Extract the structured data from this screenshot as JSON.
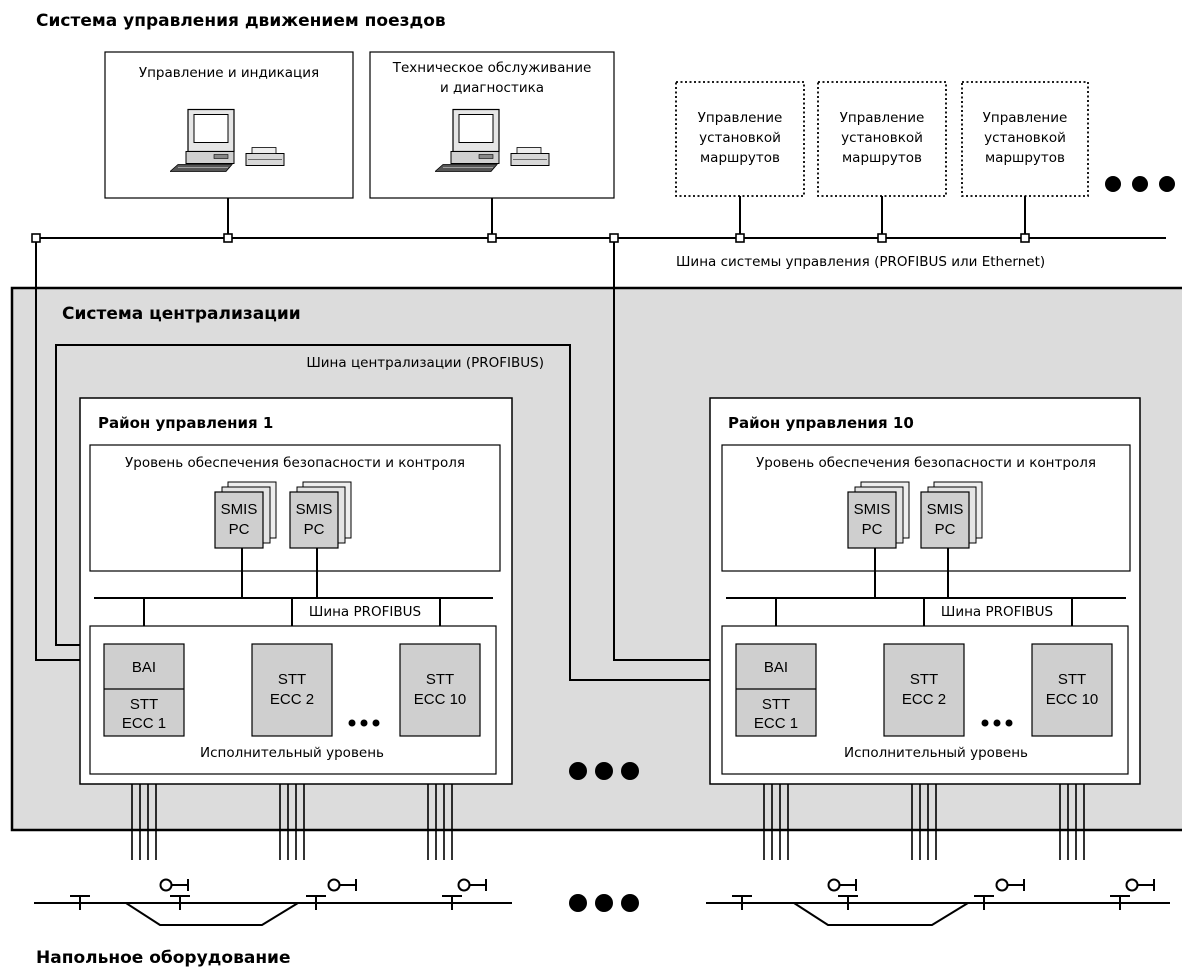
{
  "header": {
    "title": "Система управления движением поездов"
  },
  "workstations": {
    "control": {
      "label": "Управление и индикация"
    },
    "maintenance": {
      "line1": "Техническое обслуживание",
      "line2": "и диагностика"
    }
  },
  "route_setting": {
    "line1": "Управление",
    "line2": "установкой",
    "line3": "маршрутов"
  },
  "control_bus": {
    "label": "Шина системы управления (PROFIBUS или Ethernet)"
  },
  "interlocking": {
    "title": "Система централизации",
    "bus_label": "Шина централизации (PROFIBUS)"
  },
  "districts": [
    {
      "title": "Район управления 1",
      "safety_level": "Уровень обеспечения безопасности и контроля",
      "smis": "SMIS",
      "pc": "PC",
      "profibus": "Шина PROFIBUS",
      "exec_level": "Исполнительный уровень",
      "bai": "BAI",
      "stt": "STT",
      "ecc1": "ECC 1",
      "ecc2": "ECC 2",
      "ecc10": "ECC 10"
    },
    {
      "title": "Район управления 10",
      "safety_level": "Уровень обеспечения безопасности и контроля",
      "smis": "SMIS",
      "pc": "PC",
      "profibus": "Шина PROFIBUS",
      "exec_level": "Исполнительный уровень",
      "bai": "BAI",
      "stt": "STT",
      "ecc1": "ECC 1",
      "ecc2": "ECC 2",
      "ecc10": "ECC 10"
    }
  ],
  "field": {
    "title": "Напольное оборудование"
  },
  "colors": {
    "zone_fill": "#dcdcdc",
    "module_fill": "#cfcfcf",
    "line": "#000000",
    "background": "#ffffff"
  }
}
